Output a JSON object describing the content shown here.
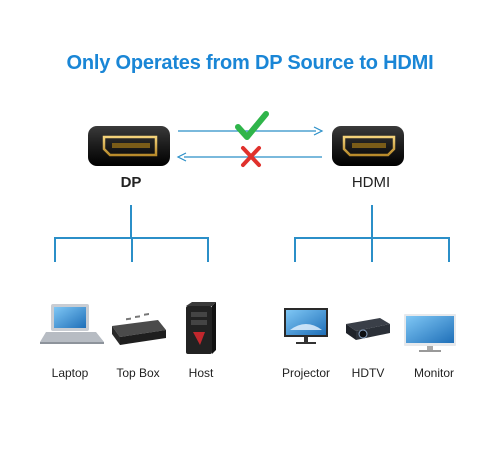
{
  "title": "Only Operates from DP Source to HDMI",
  "source": {
    "label": "DP",
    "devices": [
      "Laptop",
      "Top Box",
      "Host"
    ]
  },
  "target": {
    "label": "HDMI",
    "devices": [
      "Projector",
      "HDTV",
      "Monitor"
    ]
  },
  "colors": {
    "title": "#1a86d6",
    "lines": "#2b8fc8",
    "check": "#2fb54a",
    "cross": "#e0312c"
  },
  "icons": {
    "allowed": "check-icon",
    "blocked": "cross-icon"
  }
}
